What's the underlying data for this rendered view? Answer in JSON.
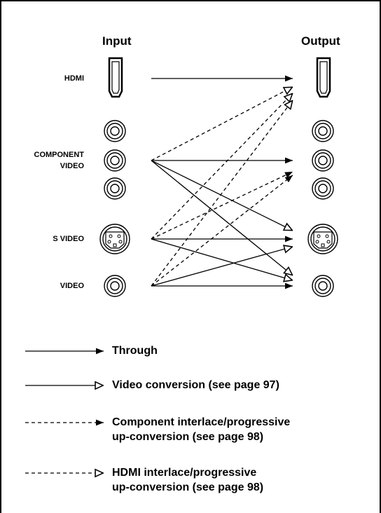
{
  "headings": {
    "input": "Input",
    "output": "Output"
  },
  "input_labels": {
    "hdmi": "HDMI",
    "component_line1": "COMPONENT",
    "component_line2": "VIDEO",
    "s_video": "S VIDEO",
    "video": "VIDEO"
  },
  "legend": {
    "through": "Through",
    "video_conversion": "Video conversion (see page 97)",
    "component_upconversion": "Component interlace/progressive\nup-conversion (see page 98)",
    "hdmi_upconversion": "HDMI interlace/progressive\nup-conversion (see page 98)"
  },
  "connections": [
    {
      "from": "hdmi",
      "to": "hdmi",
      "kind": "through"
    },
    {
      "from": "component",
      "to": "component",
      "kind": "through"
    },
    {
      "from": "component",
      "to": "s_video",
      "kind": "video_conversion"
    },
    {
      "from": "component",
      "to": "video",
      "kind": "video_conversion"
    },
    {
      "from": "component",
      "to": "hdmi",
      "kind": "hdmi_upconversion"
    },
    {
      "from": "s_video",
      "to": "s_video",
      "kind": "through"
    },
    {
      "from": "s_video",
      "to": "video",
      "kind": "video_conversion"
    },
    {
      "from": "s_video",
      "to": "component",
      "kind": "component_upconversion"
    },
    {
      "from": "s_video",
      "to": "hdmi",
      "kind": "hdmi_upconversion"
    },
    {
      "from": "video",
      "to": "video",
      "kind": "through"
    },
    {
      "from": "video",
      "to": "s_video",
      "kind": "video_conversion"
    },
    {
      "from": "video",
      "to": "component",
      "kind": "component_upconversion"
    },
    {
      "from": "video",
      "to": "hdmi",
      "kind": "hdmi_upconversion"
    }
  ],
  "colors": {
    "line": "#000000",
    "background": "#ffffff"
  }
}
